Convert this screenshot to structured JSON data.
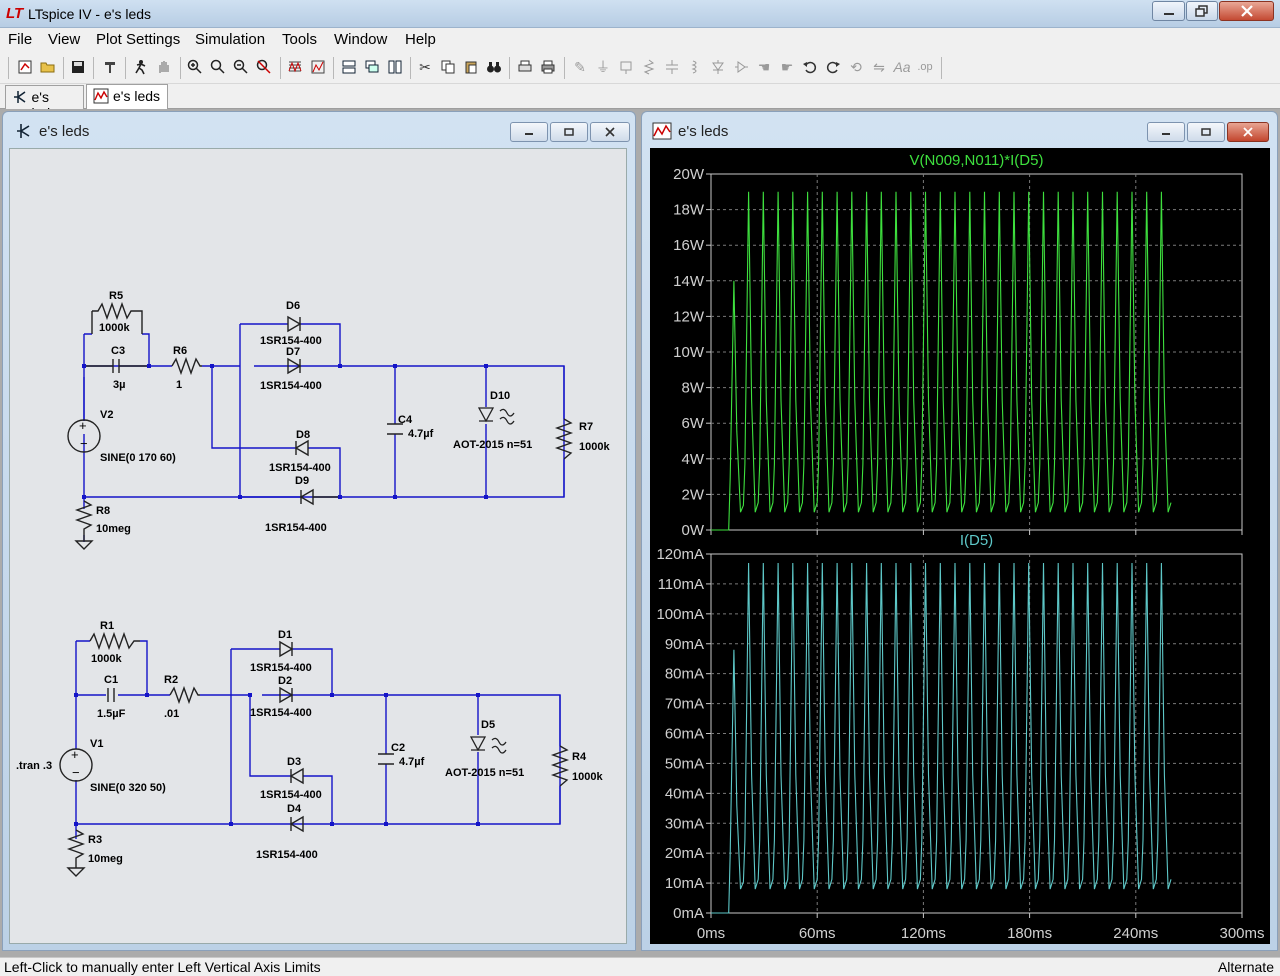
{
  "window": {
    "title": "LTspice IV - e's leds"
  },
  "menu": [
    "File",
    "View",
    "Plot Settings",
    "Simulation",
    "Tools",
    "Window",
    "Help"
  ],
  "tabs": [
    {
      "label": "e's leds",
      "icon": "schematic-icon",
      "active": false
    },
    {
      "label": "e's leds",
      "icon": "waveform-icon",
      "active": true
    }
  ],
  "schematic_window": {
    "title": "e's leds"
  },
  "plot_window": {
    "title": "e's leds"
  },
  "schematic": {
    "upper": {
      "R5": {
        "name": "R5",
        "value": "1000k"
      },
      "C3": {
        "name": "C3",
        "value": "3µ"
      },
      "R6": {
        "name": "R6",
        "value": "1"
      },
      "V2": {
        "name": "V2",
        "value": "SINE(0 170 60)"
      },
      "R8": {
        "name": "R8",
        "value": "10meg"
      },
      "D6": {
        "name": "D6",
        "value": "1SR154-400"
      },
      "D7": {
        "name": "D7",
        "value": "1SR154-400"
      },
      "D8": {
        "name": "D8",
        "value": "1SR154-400"
      },
      "D9": {
        "name": "D9",
        "value": "1SR154-400"
      },
      "C4": {
        "name": "C4",
        "value": "4.7µf"
      },
      "D10": {
        "name": "D10",
        "value": "AOT-2015 n=51"
      },
      "R7": {
        "name": "R7",
        "value": "1000k"
      }
    },
    "lower": {
      "R1": {
        "name": "R1",
        "value": "1000k"
      },
      "C1": {
        "name": "C1",
        "value": "1.5µF"
      },
      "R2": {
        "name": "R2",
        "value": ".01"
      },
      "V1": {
        "name": "V1",
        "value": "SINE(0 320 50)"
      },
      "R3": {
        "name": "R3",
        "value": "10meg"
      },
      "D1": {
        "name": "D1",
        "value": "1SR154-400"
      },
      "D2": {
        "name": "D2",
        "value": "1SR154-400"
      },
      "D3": {
        "name": "D3",
        "value": "1SR154-400"
      },
      "D4": {
        "name": "D4",
        "value": "1SR154-400"
      },
      "C2": {
        "name": "C2",
        "value": "4.7µf"
      },
      "D5": {
        "name": "D5",
        "value": "AOT-2015 n=51"
      },
      "R4": {
        "name": "R4",
        "value": "1000k"
      }
    },
    "directive": ".tran .3"
  },
  "colors": {
    "trace_power": "#3ee03e",
    "trace_current": "#5ec8c8",
    "plot_bg": "#000000",
    "schematic_wire": "#1414c8",
    "title_power": "#3ee03e",
    "title_current": "#5ec8c8"
  },
  "chart_data": [
    {
      "type": "line",
      "title": "V(N009,N011)*I(D5)",
      "x_ticks": [
        "0ms",
        "60ms",
        "120ms",
        "180ms",
        "240ms",
        "300ms"
      ],
      "y_ticks": [
        "0W",
        "2W",
        "4W",
        "6W",
        "8W",
        "10W",
        "12W",
        "14W",
        "16W",
        "18W",
        "20W"
      ],
      "xlim": [
        0,
        300
      ],
      "ylim": [
        0,
        20
      ],
      "x_unit": "ms",
      "y_unit": "W",
      "series": [
        {
          "peaks": [
            14,
            19,
            19,
            19,
            19,
            19,
            19,
            19,
            19,
            19,
            19,
            19,
            19,
            19,
            19,
            19,
            19,
            19,
            19,
            19,
            19,
            19,
            19,
            19,
            19,
            19,
            19,
            19,
            19,
            19
          ],
          "min": 1.0,
          "period_ms": 8.33,
          "start_ms": 10
        }
      ],
      "grid": true
    },
    {
      "type": "line",
      "title": "I(D5)",
      "x_ticks": [
        "0ms",
        "60ms",
        "120ms",
        "180ms",
        "240ms",
        "300ms"
      ],
      "y_ticks": [
        "0mA",
        "10mA",
        "20mA",
        "30mA",
        "40mA",
        "50mA",
        "60mA",
        "70mA",
        "80mA",
        "90mA",
        "100mA",
        "110mA",
        "120mA"
      ],
      "xlim": [
        0,
        300
      ],
      "ylim": [
        0,
        120
      ],
      "x_unit": "ms",
      "y_unit": "mA",
      "series": [
        {
          "peaks": [
            88,
            117,
            117,
            117,
            117,
            117,
            117,
            117,
            117,
            117,
            117,
            117,
            117,
            117,
            117,
            117,
            117,
            117,
            117,
            117,
            117,
            117,
            117,
            117,
            117,
            117,
            117,
            117,
            117,
            117
          ],
          "min": 8,
          "period_ms": 8.33,
          "start_ms": 10
        }
      ],
      "grid": true
    }
  ],
  "status": {
    "left": "Left-Click to manually enter Left Vertical Axis Limits",
    "right": "Alternate"
  }
}
